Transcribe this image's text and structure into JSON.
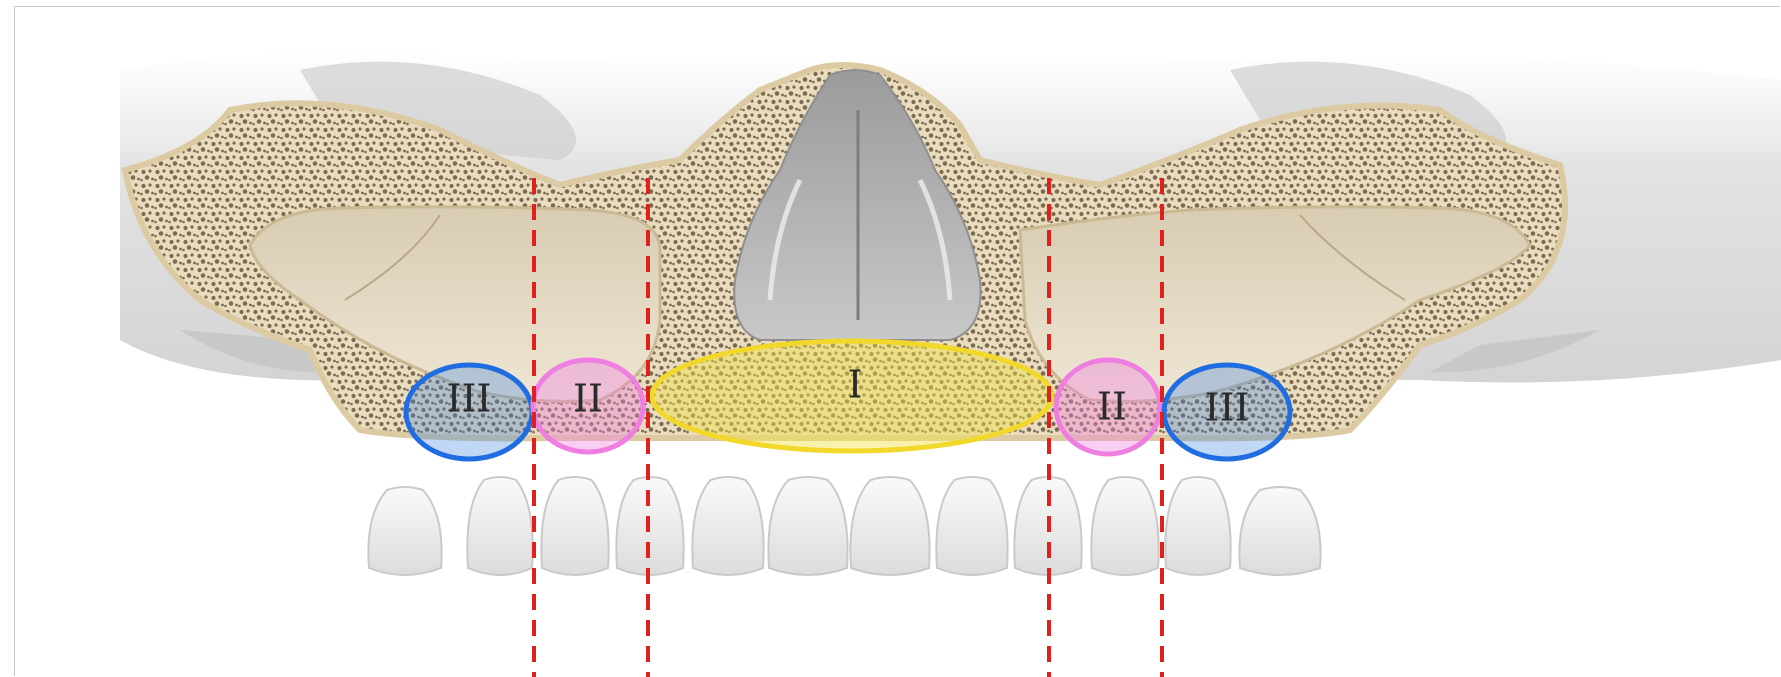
{
  "diagram": {
    "zones": [
      {
        "id": "zone-iii-right",
        "label": "III",
        "kind": "III",
        "color": "#3a84e0"
      },
      {
        "id": "zone-ii-right",
        "label": "II",
        "kind": "II",
        "color": "#ee7ee0"
      },
      {
        "id": "zone-i",
        "label": "I",
        "kind": "I",
        "color": "#f1e24a"
      },
      {
        "id": "zone-ii-left",
        "label": "II",
        "kind": "II",
        "color": "#ee7ee0"
      },
      {
        "id": "zone-iii-left",
        "label": "III",
        "kind": "III",
        "color": "#3a84e0"
      }
    ],
    "divider_color": "#e0201c",
    "bone_color": "#e9dcc0",
    "sinus_color": "#e3d7c0"
  }
}
